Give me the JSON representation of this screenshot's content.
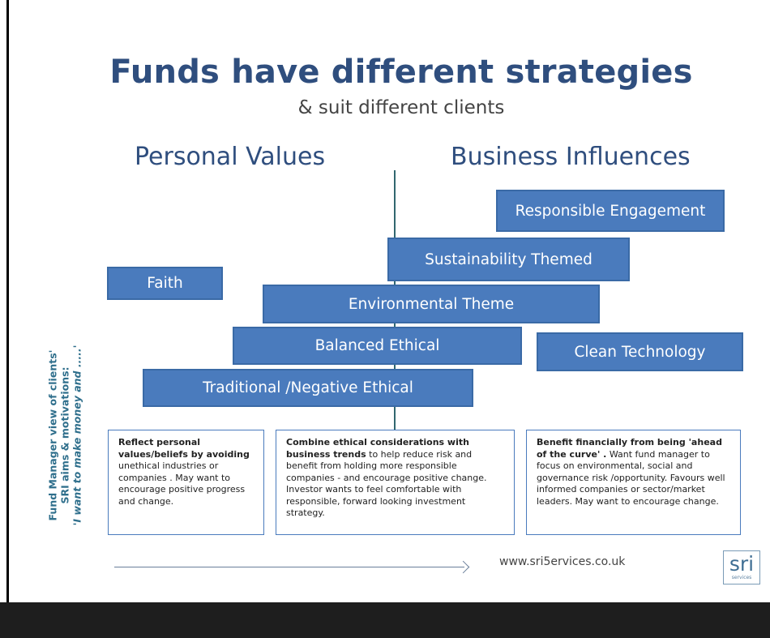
{
  "title": "Funds have different strategies",
  "subtitle": "& suit different clients",
  "left_heading": "Personal Values",
  "right_heading": "Business Influences",
  "boxes": {
    "responsible_engagement": "Responsible Engagement",
    "sustainability_themed": "Sustainability Themed",
    "faith": "Faith",
    "environmental_theme": "Environmental Theme",
    "balanced_ethical": "Balanced Ethical",
    "clean_technology": "Clean Technology",
    "traditional_negative_ethical": "Traditional /Negative Ethical"
  },
  "vertical_label": {
    "line1": "Fund Manager view of clients'",
    "line2": "SRI aims & motivations:",
    "line3": "'I want to make money and .....'"
  },
  "descriptions": {
    "left": {
      "bold": "Reflect personal values/beliefs by avoiding",
      "rest": " unethical industries or companies . May want to encourage  positive progress and change."
    },
    "middle": {
      "bold": "Combine ethical  considerations with business trends",
      "rest": " to help reduce risk and benefit from holding more responsible companies - and encourage positive change. Investor  wants to feel comfortable with responsible, forward looking investment strategy."
    },
    "right": {
      "bold": "Benefit financially from being  'ahead of the curve' .",
      "rest": "  Want fund manager to focus on environmental, social and governance risk /opportunity.  Favours well informed companies or sector/market leaders. May want to encourage change."
    }
  },
  "url": "www.sri5ervices.co.uk",
  "logo": {
    "main": "sri",
    "sub": "services"
  },
  "colors": {
    "box_fill": "#4a7bbd",
    "title": "#2f4e7e",
    "divider": "#31676f"
  }
}
